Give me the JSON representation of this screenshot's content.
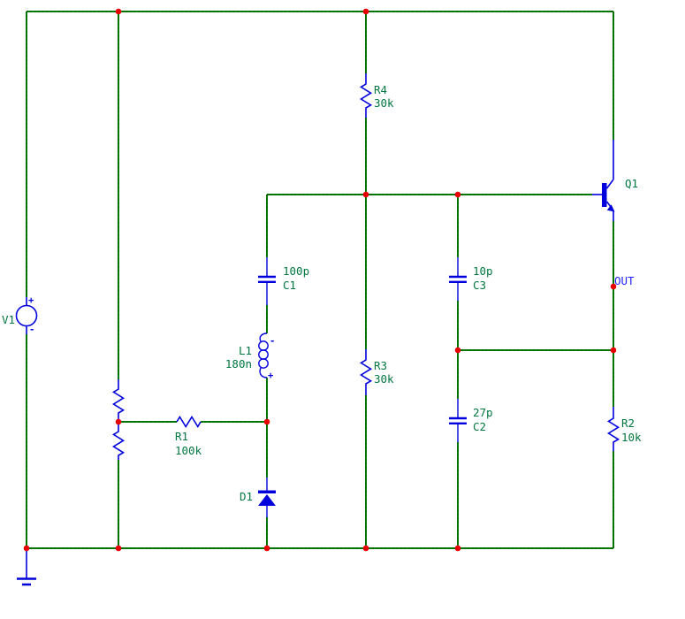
{
  "schematic": {
    "background": "#FFFFFF",
    "colors": {
      "wire": "#007D00",
      "junction_dot": "#E80000",
      "symbol": "#0000DC",
      "label": "#007740",
      "net_label": "#2424FF"
    },
    "components": {
      "v1": {
        "ref": "V1",
        "plus": "+",
        "minus": "-"
      },
      "r1": {
        "ref": "R1",
        "value": "100k"
      },
      "r2": {
        "ref": "R2",
        "value": "10k"
      },
      "r3": {
        "ref": "R3",
        "value": "30k"
      },
      "r4": {
        "ref": "R4",
        "value": "30k"
      },
      "c1": {
        "ref": "C1",
        "value": "100p"
      },
      "c2": {
        "ref": "C2",
        "value": "27p"
      },
      "c3": {
        "ref": "C3",
        "value": "10p"
      },
      "l1": {
        "ref": "L1",
        "value": "180n",
        "plus": "+",
        "minus": "-"
      },
      "d1": {
        "ref": "D1"
      },
      "q1": {
        "ref": "Q1"
      }
    },
    "net_labels": {
      "out": "OUT"
    }
  }
}
